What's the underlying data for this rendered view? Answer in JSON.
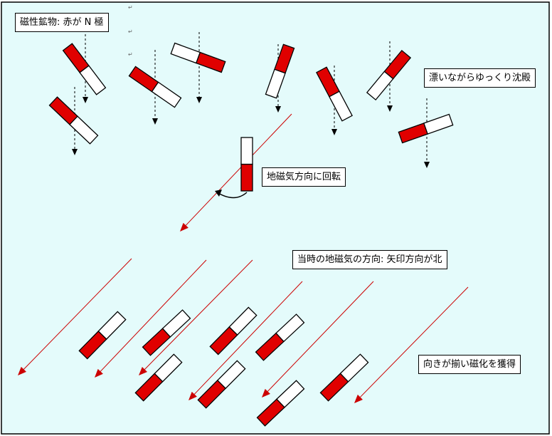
{
  "labels": {
    "mineral": "磁性鉱物: 赤が N 極",
    "sinking": "漂いながらゆっくり沈殿",
    "rotate": "地磁気方向に回転",
    "field": "当時の地磁気の方向: 矢印方向が北",
    "aligned": "向きが揃い磁化を獲得"
  },
  "colors": {
    "background": "#e4fbfb",
    "north": "#e00000",
    "south": "#ffffff",
    "arrow": "#cc0000",
    "frame": "#000000"
  },
  "return_mark": "↵"
}
